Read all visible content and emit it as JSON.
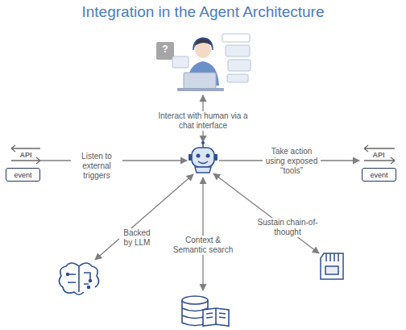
{
  "diagram": {
    "title": "Integration in the Agent Architecture",
    "nodes": [
      {
        "text": [
          "event"
        ]
      },
      {
        "text": [
          "event"
        ]
      }
    ],
    "labels": [
      "?",
      "Interact with human via a chat interface",
      "API",
      "Listen to external triggers",
      "Take action using exposed “tools”",
      "API",
      "Sustain chain-of-thought",
      "Backed by LLM",
      "Context & Semantic search"
    ]
  }
}
